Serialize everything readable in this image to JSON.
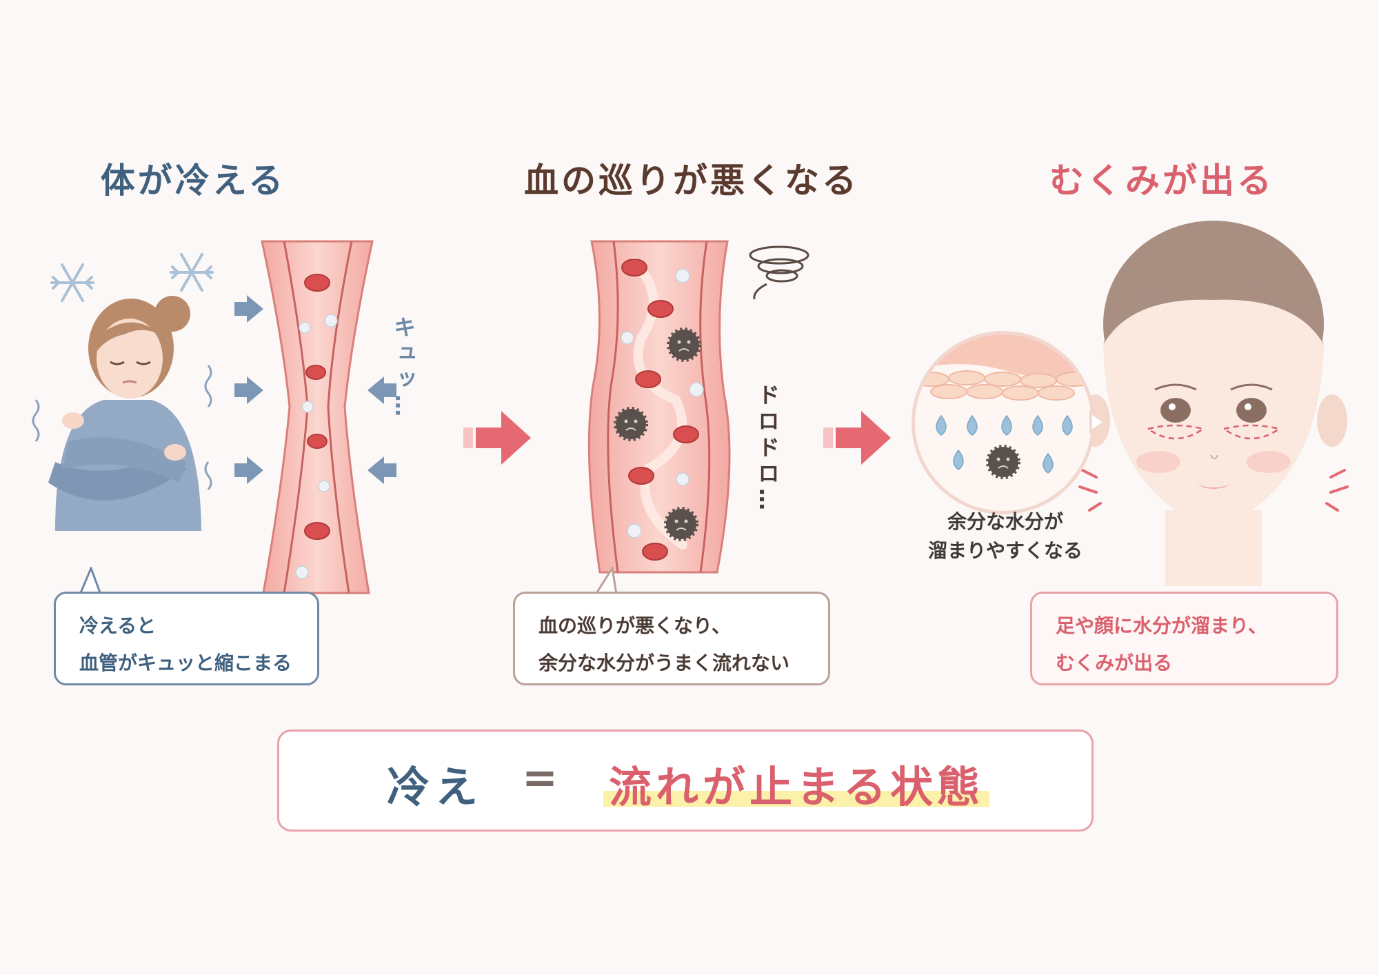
{
  "steps": [
    {
      "title": "体が冷える",
      "title_color": "#3f607e",
      "bubble_lines": [
        "冷えると",
        "血管がキュッと縮こまる"
      ],
      "onomatopoeia": "キュッ…",
      "icons": [
        "snowflake-icon",
        "shiver-icon"
      ]
    },
    {
      "title": "血の巡りが悪くなる",
      "title_color": "#5a3a2e",
      "bubble_lines": [
        "血の巡りが悪くなり、",
        "余分な水分がうまく流れない"
      ],
      "onomatopoeia": "ドロドロ…",
      "icons": [
        "dizzy-swirl-icon",
        "sad-waste-particle-icon"
      ]
    },
    {
      "title": "むくみが出る",
      "title_color": "#d9606c",
      "bubble_lines": [
        "足や顔に水分が溜まり、",
        "むくみが出る"
      ],
      "zoom_label_lines": [
        "余分な水分が",
        "溜まりやすくなる"
      ],
      "icons": [
        "water-drop-icon",
        "sad-waste-particle-icon"
      ]
    }
  ],
  "arrows": [
    "arrow-right-icon",
    "arrow-right-icon"
  ],
  "summary": {
    "left": "冷え",
    "equals": "=",
    "right": "流れが止まる状態"
  },
  "colors": {
    "blue": "#3f607e",
    "brown": "#5a3a2e",
    "pink": "#d9606c",
    "vessel": "#f4b5ae",
    "highlight": "#fbf1a8"
  }
}
